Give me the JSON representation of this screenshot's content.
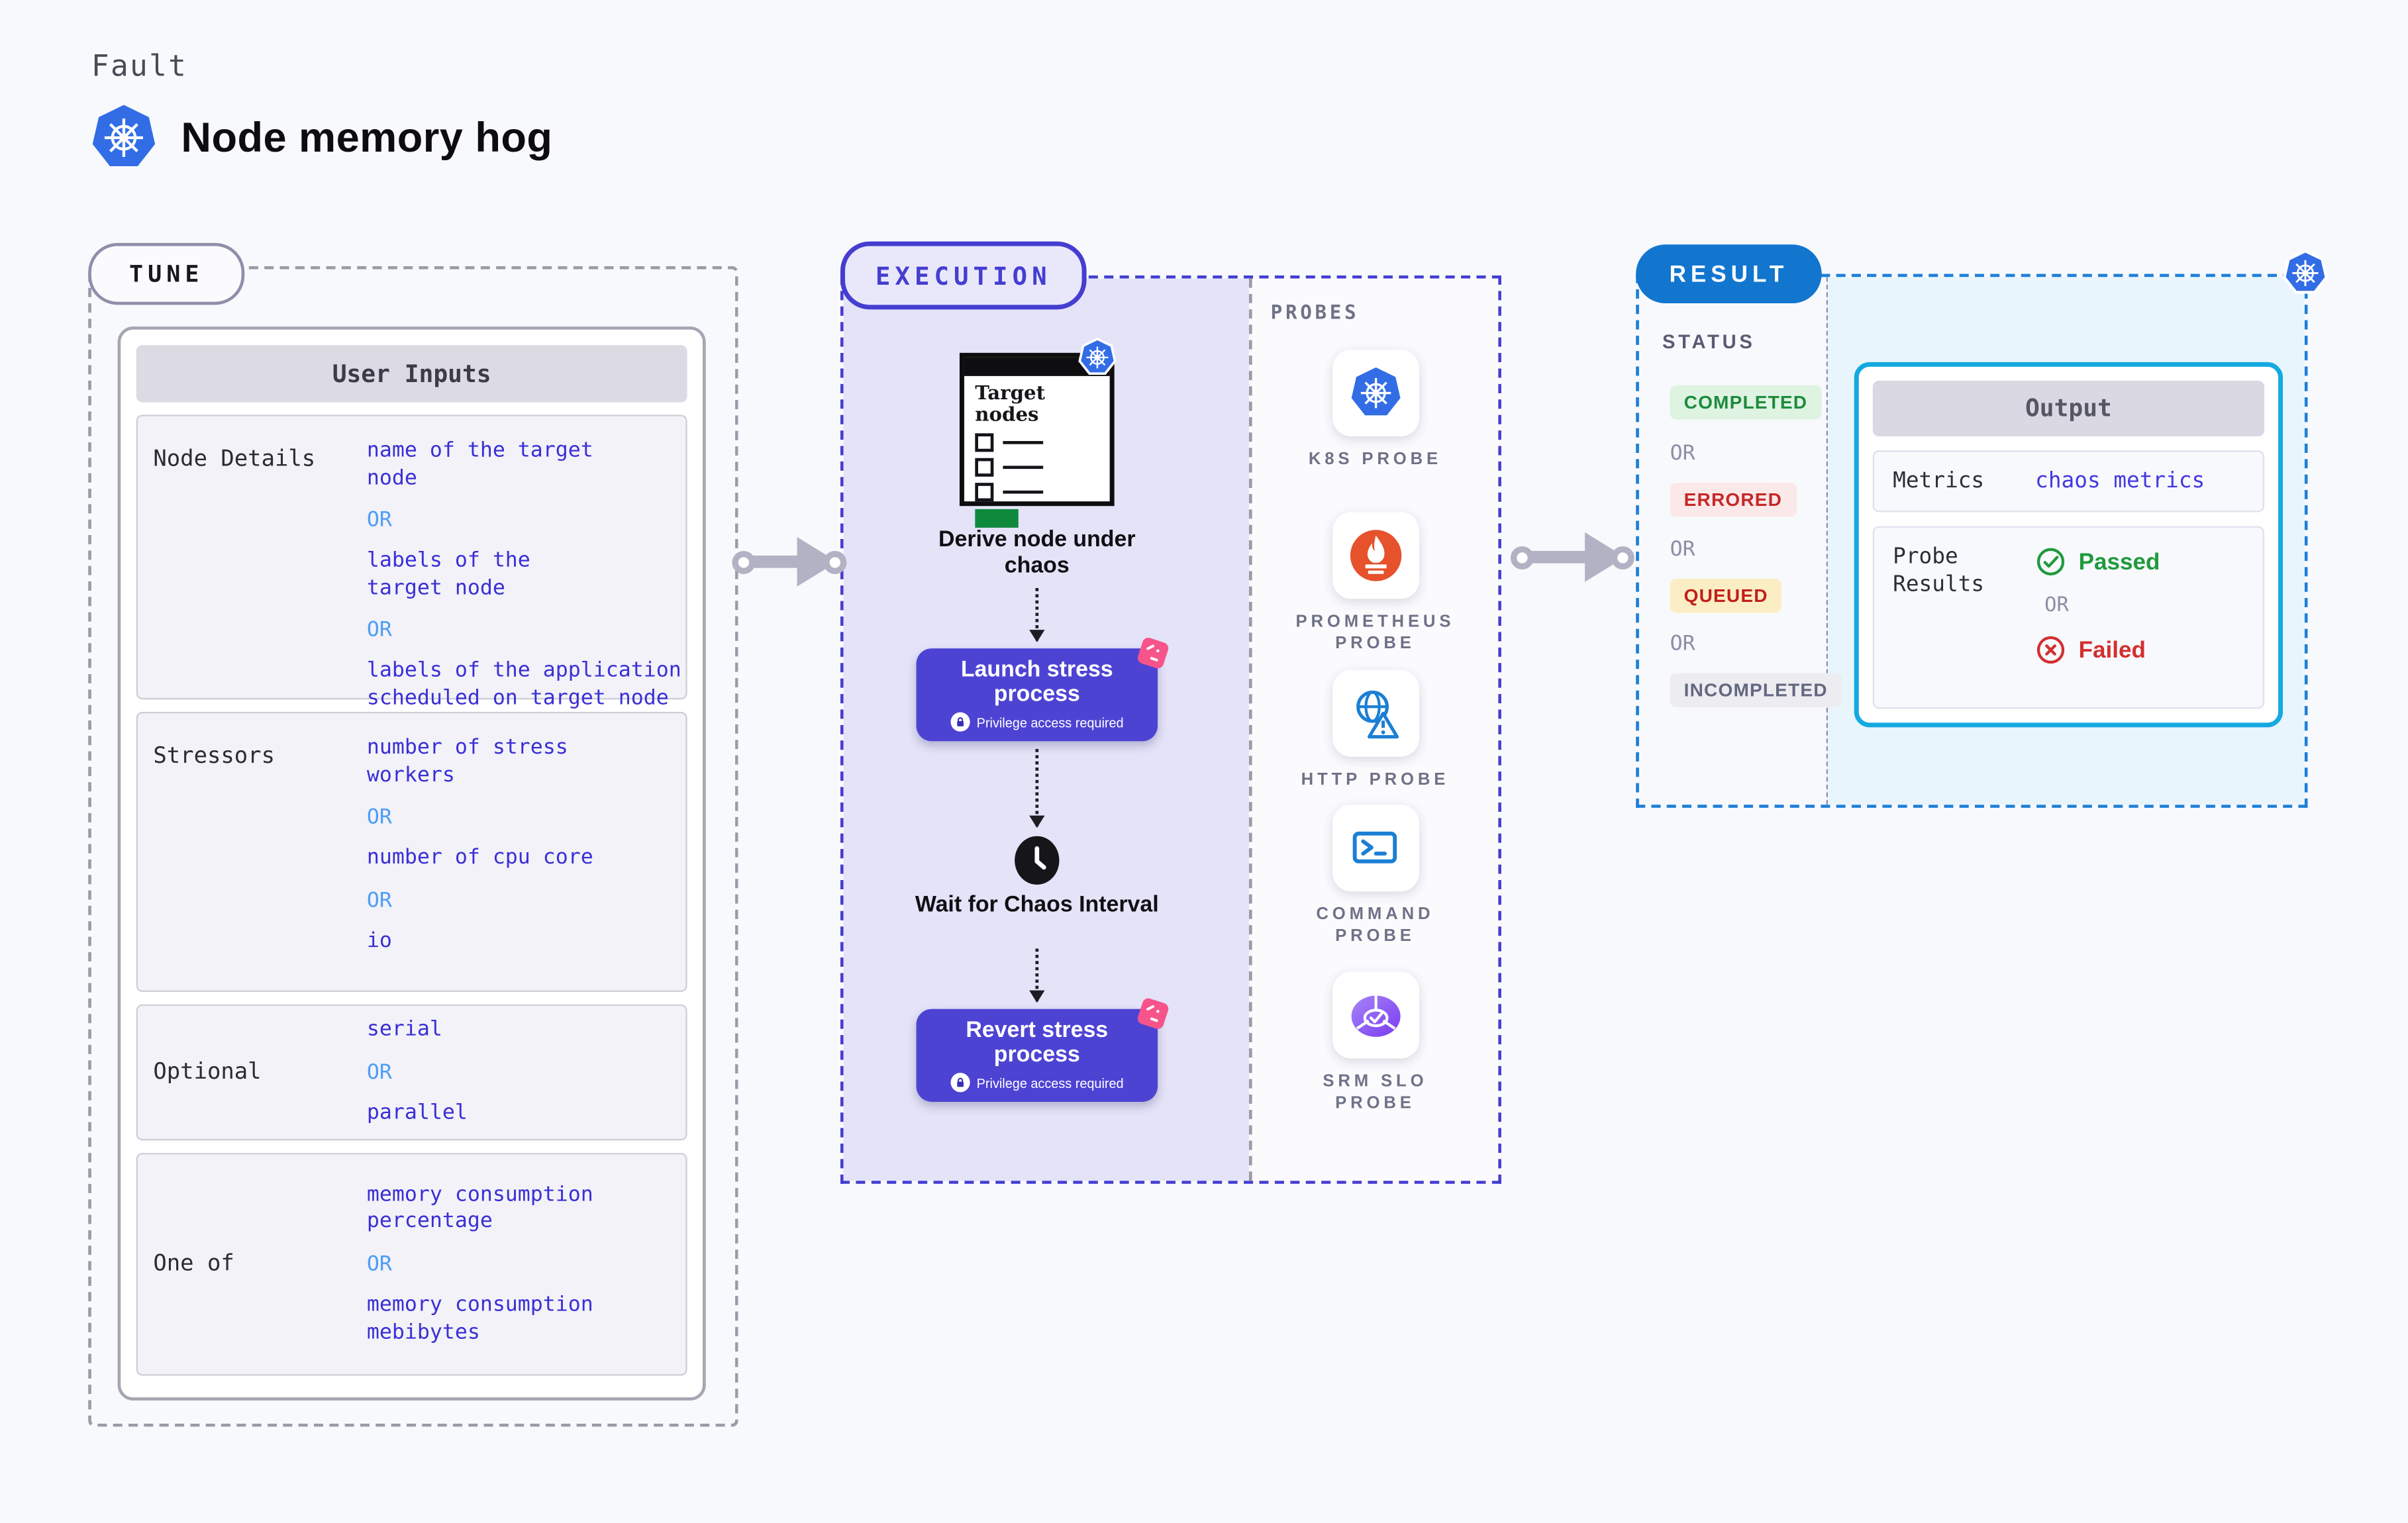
{
  "header": {
    "eyebrow": "Fault",
    "title": "Node memory hog"
  },
  "tune": {
    "badge": "TUNE",
    "table_title": "User Inputs",
    "rows": [
      {
        "label": "Node Details",
        "items": [
          "name of the target node",
          "OR",
          "labels of the target node",
          "OR",
          "labels of the application scheduled on target node"
        ]
      },
      {
        "label": "Stressors",
        "items": [
          "number of stress workers",
          "OR",
          "number of cpu core",
          "OR",
          "io"
        ]
      },
      {
        "label": "Optional",
        "items": [
          "serial",
          "OR",
          "parallel"
        ]
      },
      {
        "label": "One of",
        "items": [
          "memory consumption percentage",
          "OR",
          "memory consumption mebibytes"
        ]
      }
    ]
  },
  "execution": {
    "badge": "EXECUTION",
    "target_card": {
      "title": "Target nodes"
    },
    "derive_label": "Derive node under chaos",
    "launch_label": "Launch stress process",
    "wait_label": "Wait for Chaos Interval",
    "revert_label": "Revert stress process",
    "privilege_note": "Privilege access required"
  },
  "probes": {
    "title": "PROBES",
    "items": [
      {
        "label": "K8S PROBE",
        "icon": "kubernetes-icon"
      },
      {
        "label": "PROMETHEUS PROBE",
        "icon": "prometheus-flame-icon"
      },
      {
        "label": "HTTP PROBE",
        "icon": "globe-warning-icon"
      },
      {
        "label": "COMMAND PROBE",
        "icon": "terminal-icon"
      },
      {
        "label": "SRM SLO PROBE",
        "icon": "slo-gauge-check-icon"
      }
    ]
  },
  "result": {
    "badge": "RESULT",
    "status_title": "STATUS",
    "or_label": "OR",
    "statuses": [
      {
        "label": "COMPLETED",
        "fg": "#1d8b3d",
        "bg": "#def3e2"
      },
      {
        "label": "ERRORED",
        "fg": "#c62828",
        "bg": "#fbe9e9"
      },
      {
        "label": "QUEUED",
        "fg": "#c3201a",
        "bg": "#fbeec5"
      },
      {
        "label": "INCOMPLETED",
        "fg": "#636880",
        "bg": "#ececf1"
      }
    ],
    "output": {
      "title": "Output",
      "metrics_label": "Metrics",
      "metrics_value": "chaos metrics",
      "probe_results_label": "Probe Results",
      "passed": "Passed",
      "failed": "Failed"
    }
  },
  "colors": {
    "page_bg": "#f8f9fc",
    "accent_indigo": "#453ed0",
    "value_blue": "#3a2fd6",
    "or_blue": "#4f9df5",
    "button_purple": "#4d43d3",
    "chaos_pink": "#f7548c",
    "k8s_blue": "#326de6",
    "prometheus_orange": "#e6522c",
    "probe_icon_blue": "#1b7fd4",
    "srm_purple": "#7a3bf0",
    "result_blue": "#1276cf",
    "output_border": "#14a9e0",
    "passed_green": "#1f9a3d",
    "failed_red": "#d32f2f",
    "target_green": "#0f8a3d"
  }
}
